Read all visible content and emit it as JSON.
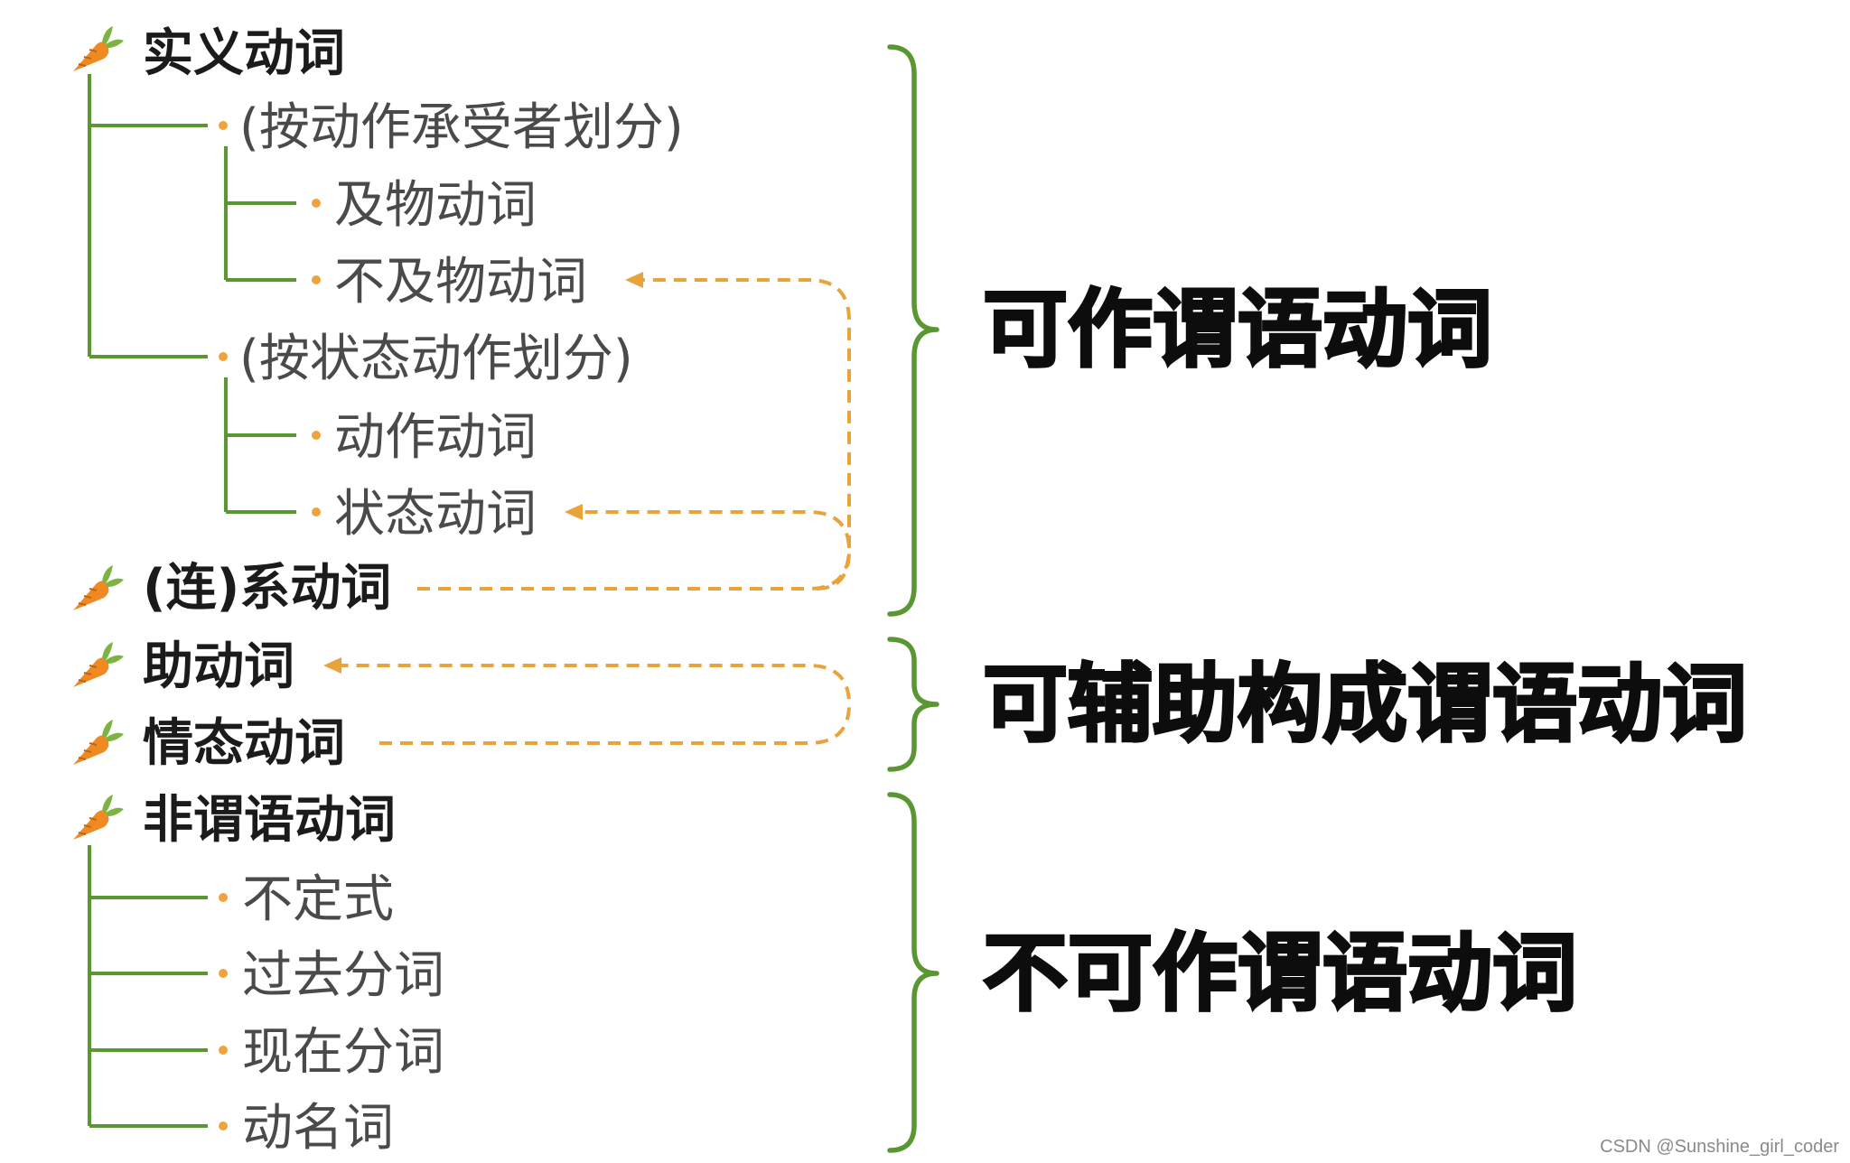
{
  "diagram": {
    "items": {
      "content_verbs": "实义动词",
      "by_receiver": "(按动作承受者划分)",
      "transitive": "及物动词",
      "intransitive": "不及物动词",
      "by_state_action": "(按状态动作划分)",
      "action_verbs": "动作动词",
      "stative_verbs": "状态动词",
      "linking_verbs": "(连)系动词",
      "auxiliary_verbs": "助动词",
      "modal_verbs": "情态动词",
      "non_finite_verbs": "非谓语动词",
      "infinitive": "不定式",
      "past_participle": "过去分词",
      "present_participle": "现在分词",
      "gerund": "动名词"
    },
    "groups": {
      "predicate": "可作谓语动词",
      "help_predicate": "可辅助构成谓语动词",
      "non_predicate": "不可作谓语动词"
    },
    "icons": {
      "item_marker": "carrot-icon",
      "sub_marker": "dot-icon"
    },
    "colors": {
      "tree_line": "#5a9631",
      "brace": "#5a9631",
      "dashed_link": "#e8a43a",
      "bullet": "#f0a33c"
    }
  },
  "watermark": "CSDN @Sunshine_girl_coder"
}
